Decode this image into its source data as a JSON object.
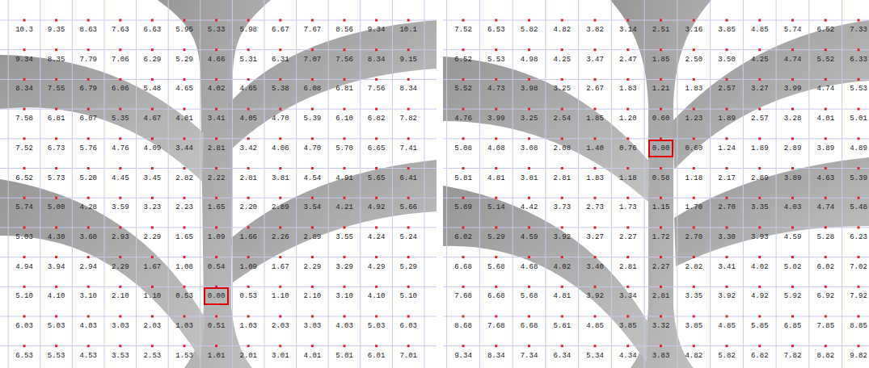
{
  "diagram": {
    "nodes": [
      {
        "text": [
          "0.00"
        ]
      },
      {
        "text": [
          "0.00"
        ]
      }
    ],
    "labels": [
      "10.3",
      "9.35",
      "8.63",
      "7.63",
      "6.63",
      "5.95",
      "5.33",
      "5.98",
      "6.67",
      "7.67",
      "8.56",
      "9.34",
      "10.1",
      "9.34",
      "8.35",
      "7.79",
      "7.06",
      "6.29",
      "5.29",
      "4.66",
      "5.31",
      "6.31",
      "7.07",
      "7.56",
      "8.34",
      "9.15",
      "8.34",
      "7.55",
      "6.79",
      "6.06",
      "5.48",
      "4.65",
      "4.02",
      "4.65",
      "5.38",
      "6.08",
      "6.81",
      "7.56",
      "8.34",
      "7.58",
      "6.81",
      "6.07",
      "5.35",
      "4.67",
      "4.01",
      "3.41",
      "4.05",
      "4.70",
      "5.39",
      "6.10",
      "6.82",
      "7.82",
      "7.52",
      "6.73",
      "5.76",
      "4.76",
      "4.09",
      "3.44",
      "2.81",
      "3.42",
      "4.06",
      "4.70",
      "5.70",
      "6.65",
      "7.41",
      "6.52",
      "5.73",
      "5.20",
      "4.45",
      "3.45",
      "2.82",
      "2.22",
      "2.81",
      "3.81",
      "4.54",
      "4.91",
      "5.65",
      "6.41",
      "5.74",
      "5.00",
      "4.28",
      "3.59",
      "3.23",
      "2.23",
      "1.65",
      "2.20",
      "2.89",
      "3.54",
      "4.21",
      "4.92",
      "5.66",
      "5.03",
      "4.30",
      "3.60",
      "2.93",
      "2.29",
      "1.65",
      "1.09",
      "1.66",
      "2.26",
      "2.89",
      "3.55",
      "4.24",
      "5.24",
      "4.94",
      "3.94",
      "2.94",
      "2.29",
      "1.67",
      "1.08",
      "0.54",
      "1.09",
      "1.67",
      "2.29",
      "3.29",
      "4.29",
      "5.29",
      "5.10",
      "4.10",
      "3.10",
      "2.10",
      "1.10",
      "0.53",
      "0.53",
      "1.10",
      "2.10",
      "3.10",
      "4.10",
      "5.10",
      "6.03",
      "5.03",
      "4.03",
      "3.03",
      "2.03",
      "1.03",
      "0.51",
      "1.03",
      "2.03",
      "3.03",
      "4.03",
      "5.03",
      "6.03",
      "6.53",
      "5.53",
      "4.53",
      "3.53",
      "2.53",
      "1.53",
      "1.01",
      "2.01",
      "3.01",
      "4.01",
      "5.01",
      "6.01",
      "7.01",
      "7.52",
      "6.53",
      "5.82",
      "4.82",
      "3.82",
      "3.14",
      "2.51",
      "3.16",
      "3.85",
      "4.85",
      "5.74",
      "6.52",
      "7.33",
      "6.52",
      "5.53",
      "4.98",
      "4.25",
      "3.47",
      "2.47",
      "1.85",
      "2.50",
      "3.50",
      "4.25",
      "4.74",
      "5.52",
      "6.33",
      "5.52",
      "4.73",
      "3.98",
      "3.25",
      "2.67",
      "1.83",
      "1.21",
      "1.83",
      "2.57",
      "3.27",
      "3.99",
      "4.74",
      "5.53",
      "4.76",
      "3.99",
      "3.25",
      "2.54",
      "1.85",
      "1.20",
      "0.60",
      "1.23",
      "1.89",
      "2.57",
      "3.28",
      "4.01",
      "5.01",
      "5.08",
      "4.08",
      "3.08",
      "2.08",
      "1.40",
      "0.76",
      "0.60",
      "1.24",
      "1.89",
      "2.89",
      "3.89",
      "4.89",
      "5.81",
      "4.81",
      "3.81",
      "2.81",
      "1.83",
      "1.18",
      "0.58",
      "1.18",
      "2.17",
      "2.89",
      "3.89",
      "4.63",
      "5.39",
      "5.89",
      "5.14",
      "4.42",
      "3.73",
      "2.73",
      "1.73",
      "1.15",
      "1.70",
      "2.70",
      "3.35",
      "4.03",
      "4.74",
      "5.48",
      "6.02",
      "5.29",
      "4.59",
      "3.92",
      "3.27",
      "2.27",
      "1.72",
      "2.70",
      "3.30",
      "3.93",
      "4.59",
      "5.28",
      "6.23",
      "6.68",
      "5.68",
      "4.68",
      "4.02",
      "3.40",
      "2.81",
      "2.27",
      "2.82",
      "3.41",
      "4.02",
      "5.02",
      "6.02",
      "7.02",
      "7.68",
      "6.68",
      "5.68",
      "4.81",
      "3.92",
      "3.34",
      "2.81",
      "3.35",
      "3.92",
      "4.92",
      "5.92",
      "6.92",
      "7.92",
      "8.68",
      "7.68",
      "6.68",
      "5.81",
      "4.85",
      "3.85",
      "3.32",
      "3.85",
      "4.85",
      "5.85",
      "6.85",
      "7.85",
      "8.85",
      "9.34",
      "8.34",
      "7.34",
      "6.34",
      "5.34",
      "4.34",
      "3.83",
      "4.82",
      "5.82",
      "6.82",
      "7.82",
      "8.82",
      "9.82"
    ]
  }
}
